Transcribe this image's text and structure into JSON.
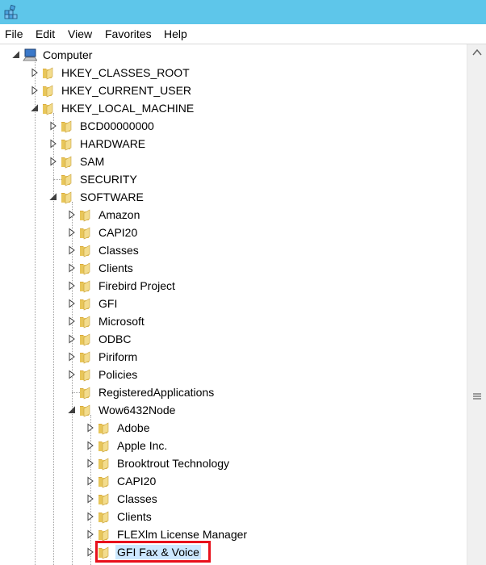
{
  "menu": [
    "File",
    "Edit",
    "View",
    "Favorites",
    "Help"
  ],
  "tree": [
    {
      "label": "Computer",
      "depth": 0,
      "expander": "expanded",
      "icon": "computer-icon"
    },
    {
      "label": "HKEY_CLASSES_ROOT",
      "depth": 1,
      "expander": "collapsed",
      "icon": "folder-icon"
    },
    {
      "label": "HKEY_CURRENT_USER",
      "depth": 1,
      "expander": "collapsed",
      "icon": "folder-icon"
    },
    {
      "label": "HKEY_LOCAL_MACHINE",
      "depth": 1,
      "expander": "expanded",
      "icon": "folder-icon"
    },
    {
      "label": "BCD00000000",
      "depth": 2,
      "expander": "collapsed",
      "icon": "folder-icon"
    },
    {
      "label": "HARDWARE",
      "depth": 2,
      "expander": "collapsed",
      "icon": "folder-icon"
    },
    {
      "label": "SAM",
      "depth": 2,
      "expander": "collapsed",
      "icon": "folder-icon"
    },
    {
      "label": "SECURITY",
      "depth": 2,
      "expander": "none",
      "icon": "folder-icon"
    },
    {
      "label": "SOFTWARE",
      "depth": 2,
      "expander": "expanded",
      "icon": "folder-icon"
    },
    {
      "label": "Amazon",
      "depth": 3,
      "expander": "collapsed",
      "icon": "folder-icon"
    },
    {
      "label": "CAPI20",
      "depth": 3,
      "expander": "collapsed",
      "icon": "folder-icon"
    },
    {
      "label": "Classes",
      "depth": 3,
      "expander": "collapsed",
      "icon": "folder-icon"
    },
    {
      "label": "Clients",
      "depth": 3,
      "expander": "collapsed",
      "icon": "folder-icon"
    },
    {
      "label": "Firebird Project",
      "depth": 3,
      "expander": "collapsed",
      "icon": "folder-icon"
    },
    {
      "label": "GFI",
      "depth": 3,
      "expander": "collapsed",
      "icon": "folder-icon"
    },
    {
      "label": "Microsoft",
      "depth": 3,
      "expander": "collapsed",
      "icon": "folder-icon"
    },
    {
      "label": "ODBC",
      "depth": 3,
      "expander": "collapsed",
      "icon": "folder-icon"
    },
    {
      "label": "Piriform",
      "depth": 3,
      "expander": "collapsed",
      "icon": "folder-icon"
    },
    {
      "label": "Policies",
      "depth": 3,
      "expander": "collapsed",
      "icon": "folder-icon"
    },
    {
      "label": "RegisteredApplications",
      "depth": 3,
      "expander": "none",
      "icon": "folder-icon"
    },
    {
      "label": "Wow6432Node",
      "depth": 3,
      "expander": "expanded",
      "icon": "folder-icon"
    },
    {
      "label": "Adobe",
      "depth": 4,
      "expander": "collapsed",
      "icon": "folder-icon"
    },
    {
      "label": "Apple Inc.",
      "depth": 4,
      "expander": "collapsed",
      "icon": "folder-icon"
    },
    {
      "label": "Brooktrout Technology",
      "depth": 4,
      "expander": "collapsed",
      "icon": "folder-icon"
    },
    {
      "label": "CAPI20",
      "depth": 4,
      "expander": "collapsed",
      "icon": "folder-icon"
    },
    {
      "label": "Classes",
      "depth": 4,
      "expander": "collapsed",
      "icon": "folder-icon"
    },
    {
      "label": "Clients",
      "depth": 4,
      "expander": "collapsed",
      "icon": "folder-icon"
    },
    {
      "label": "FLEXlm License Manager",
      "depth": 4,
      "expander": "collapsed",
      "icon": "folder-icon"
    },
    {
      "label": "GFI Fax & Voice",
      "depth": 4,
      "expander": "collapsed",
      "icon": "folder-icon",
      "selected": true,
      "highlighted": true
    }
  ],
  "colors": {
    "titlebar": "#5ec6ea",
    "selection": "#cce8ff",
    "highlight_border": "#e8101c",
    "folder": "#e8c65a"
  }
}
